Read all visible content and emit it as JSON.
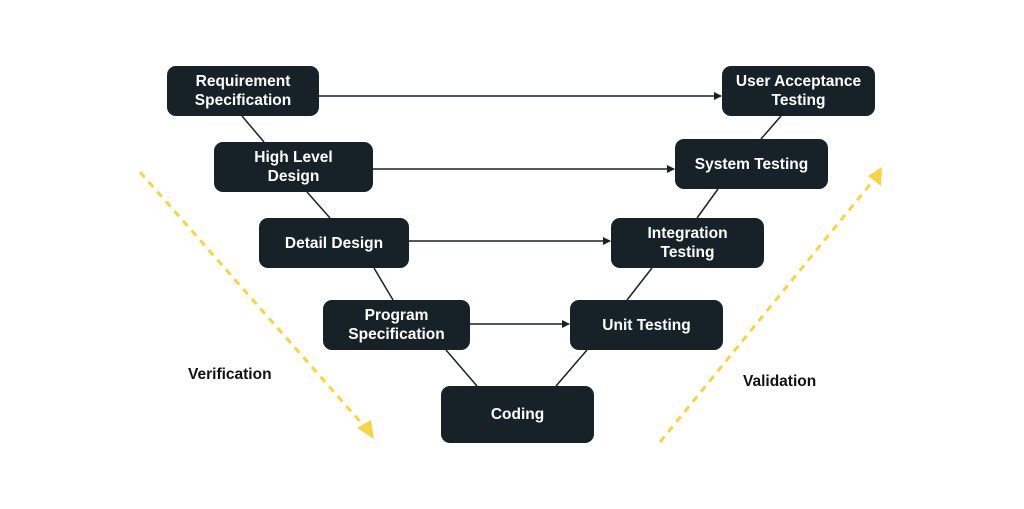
{
  "left_stages": [
    {
      "id": "req",
      "label": "Requirement\nSpecification"
    },
    {
      "id": "hld",
      "label": "High Level\nDesign"
    },
    {
      "id": "dd",
      "label": "Detail Design"
    },
    {
      "id": "ps",
      "label": "Program\nSpecification"
    }
  ],
  "bottom_stage": {
    "id": "coding",
    "label": "Coding"
  },
  "right_stages": [
    {
      "id": "uat",
      "label": "User Acceptance\nTesting"
    },
    {
      "id": "st",
      "label": "System Testing"
    },
    {
      "id": "it",
      "label": "Integration\nTesting"
    },
    {
      "id": "ut",
      "label": "Unit Testing"
    }
  ],
  "verification_label": "Verification",
  "validation_label": "Validation",
  "colors": {
    "box": "#172228",
    "box_text": "#ffffff",
    "line": "#172228",
    "arrow_dashed": "#f2d648"
  }
}
